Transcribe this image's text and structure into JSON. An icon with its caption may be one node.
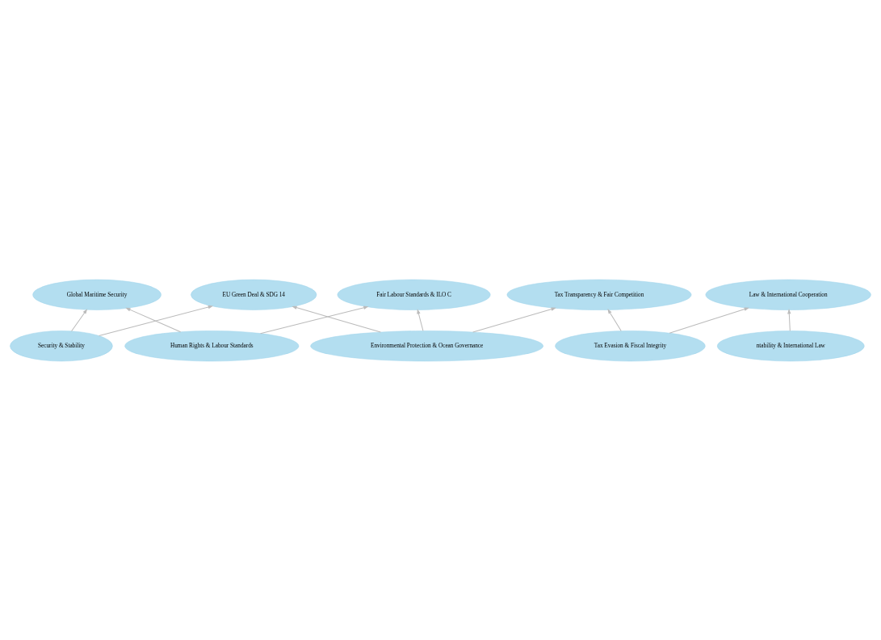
{
  "diagram": {
    "nodes": [
      {
        "text": [
          "EU Green Deal & SDG 14"
        ]
      },
      {
        "text": [
          "Security & Stability"
        ]
      },
      {
        "text": [
          "Environmental Protection & Ocean Governance"
        ]
      },
      {
        "text": [
          "ntability & International Law"
        ]
      },
      {
        "text": [
          "Law & International Cooperation"
        ]
      },
      {
        "text": [
          "Fair Labour Standards & ILO C"
        ]
      },
      {
        "text": [
          "Tax Evasion & Fiscal Integrity"
        ]
      },
      {
        "text": [
          "Human Rights & Labour Standards"
        ]
      },
      {
        "text": [
          "Tax Transparency & Fair Competition"
        ]
      },
      {
        "text": [
          "Global Maritime Security"
        ]
      }
    ],
    "edges": [
      {
        "from": 1,
        "to": 0,
        "arrow": "to"
      },
      {
        "from": 2,
        "to": 0,
        "arrow": "to"
      },
      {
        "from": 1,
        "to": 9,
        "arrow": "to"
      },
      {
        "from": 2,
        "to": 8,
        "arrow": "to"
      },
      {
        "from": 2,
        "to": 5,
        "arrow": "to"
      },
      {
        "from": 3,
        "to": 4,
        "arrow": "to"
      },
      {
        "from": 6,
        "to": 4,
        "arrow": "to"
      },
      {
        "from": 6,
        "to": 8,
        "arrow": "to"
      },
      {
        "from": 7,
        "to": 5,
        "arrow": "to"
      },
      {
        "from": 7,
        "to": 9,
        "arrow": "to"
      }
    ]
  }
}
